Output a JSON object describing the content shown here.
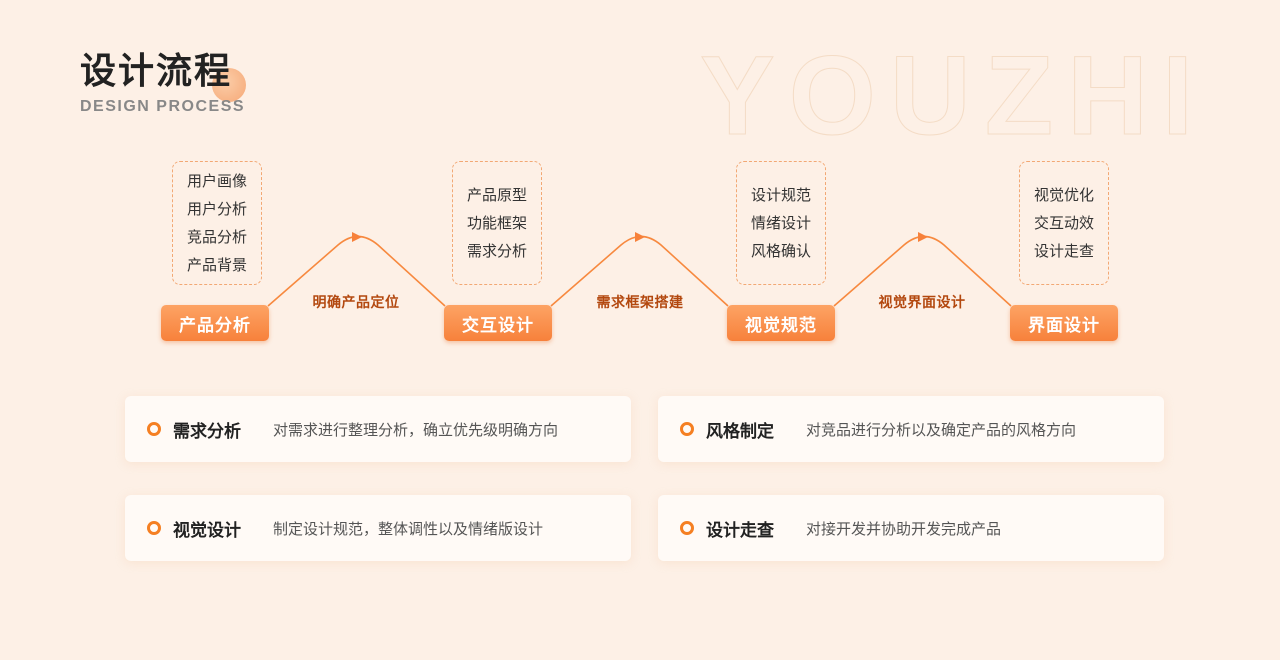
{
  "watermark": "YOUZHI",
  "header": {
    "title": "设计流程",
    "subtitle": "DESIGN PROCESS"
  },
  "colors": {
    "background": "#fdf0e6",
    "accent": "#f7813b",
    "link_text": "#b3480f",
    "bubble_border": "#f2a874"
  },
  "flow": {
    "steps": [
      {
        "label": "产品分析",
        "details": [
          "用户画像",
          "用户分析",
          "竞品分析",
          "产品背景"
        ]
      },
      {
        "label": "交互设计",
        "details": [
          "产品原型",
          "功能框架",
          "需求分析"
        ]
      },
      {
        "label": "视觉规范",
        "details": [
          "设计规范",
          "情绪设计",
          "风格确认"
        ]
      },
      {
        "label": "界面设计",
        "details": [
          "视觉优化",
          "交互动效",
          "设计走查"
        ]
      }
    ],
    "connectors": [
      "明确产品定位",
      "需求框架搭建",
      "视觉界面设计"
    ]
  },
  "cards": [
    {
      "title": "需求分析",
      "desc": "对需求进行整理分析，确立优先级明确方向"
    },
    {
      "title": "风格制定",
      "desc": "对竞品进行分析以及确定产品的风格方向"
    },
    {
      "title": "视觉设计",
      "desc": "制定设计规范，整体调性以及情绪版设计"
    },
    {
      "title": "设计走查",
      "desc": "对接开发并协助开发完成产品"
    }
  ]
}
